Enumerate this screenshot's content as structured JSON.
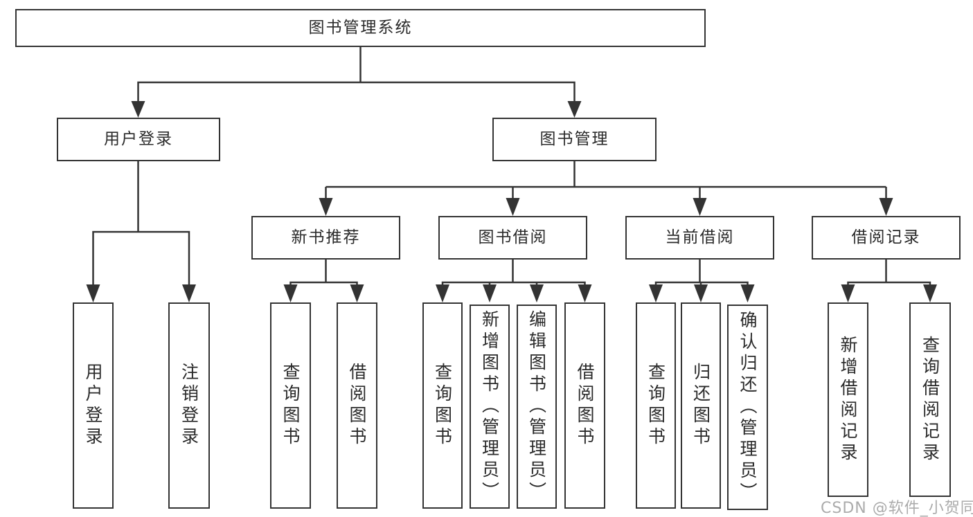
{
  "diagram": {
    "tree": {
      "root": {
        "label": "图书管理系统"
      },
      "branches": [
        {
          "label": "用户登录",
          "children": [
            {
              "label": "用户登录"
            },
            {
              "label": "注销登录"
            }
          ]
        },
        {
          "label": "图书管理",
          "children": [
            {
              "label": "新书推荐",
              "children": [
                {
                  "label": "查询图书"
                },
                {
                  "label": "借阅图书"
                }
              ]
            },
            {
              "label": "图书借阅",
              "children": [
                {
                  "label": "查询图书"
                },
                {
                  "label": "新增图书（管理员）"
                },
                {
                  "label": "编辑图书（管理员）"
                },
                {
                  "label": "借阅图书"
                }
              ]
            },
            {
              "label": "当前借阅",
              "children": [
                {
                  "label": "查询图书"
                },
                {
                  "label": "归还图书"
                },
                {
                  "label": "确认归还（管理员）"
                }
              ]
            },
            {
              "label": "借阅记录",
              "children": [
                {
                  "label": "新增借阅记录"
                },
                {
                  "label": "查询借阅记录"
                }
              ]
            }
          ]
        }
      ]
    },
    "watermark": "CSDN @软件_小贺同学",
    "colors": {
      "line": "#333333",
      "text": "#2a2a2a",
      "box_bg": "#ffffff",
      "background": "#ffffff",
      "watermark": "#ababab"
    }
  }
}
